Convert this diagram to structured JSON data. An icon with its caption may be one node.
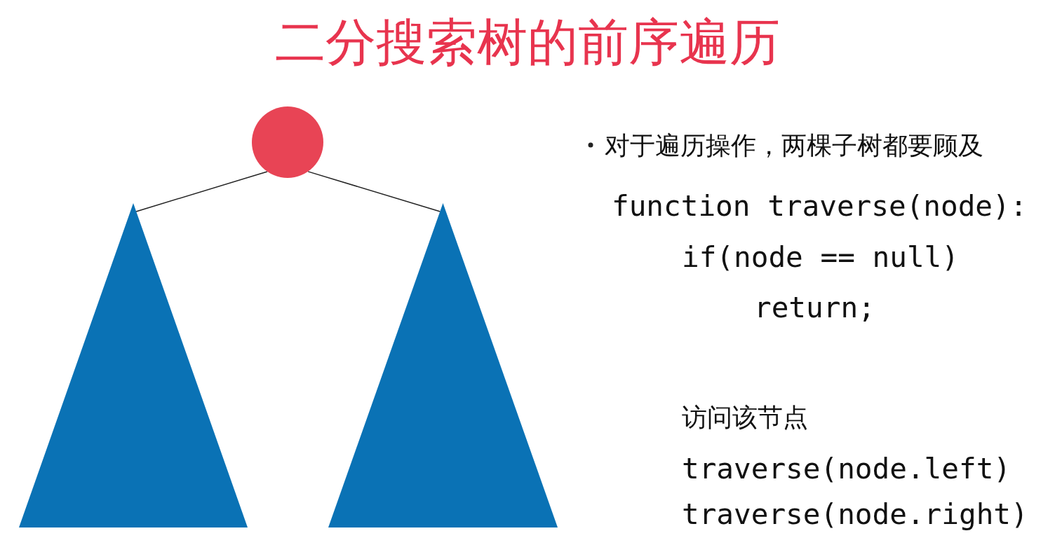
{
  "diagram": {
    "title": "二分搜索树的前序遍历",
    "nodes": [
      {
        "text": [],
        "shape": "circle"
      },
      {
        "text": [],
        "shape": "triangle"
      },
      {
        "text": [],
        "shape": "triangle"
      }
    ],
    "edges": [
      {
        "from": 0,
        "to": 1,
        "arrow": "none"
      },
      {
        "from": 0,
        "to": 2,
        "arrow": "none"
      }
    ],
    "labels": [
      "对于遍历操作，两棵子树都要顾及",
      "function traverse(node):",
      "if(node == null)",
      "return;",
      "访问该节点",
      "traverse(node.left)",
      "traverse(node.right)"
    ]
  }
}
